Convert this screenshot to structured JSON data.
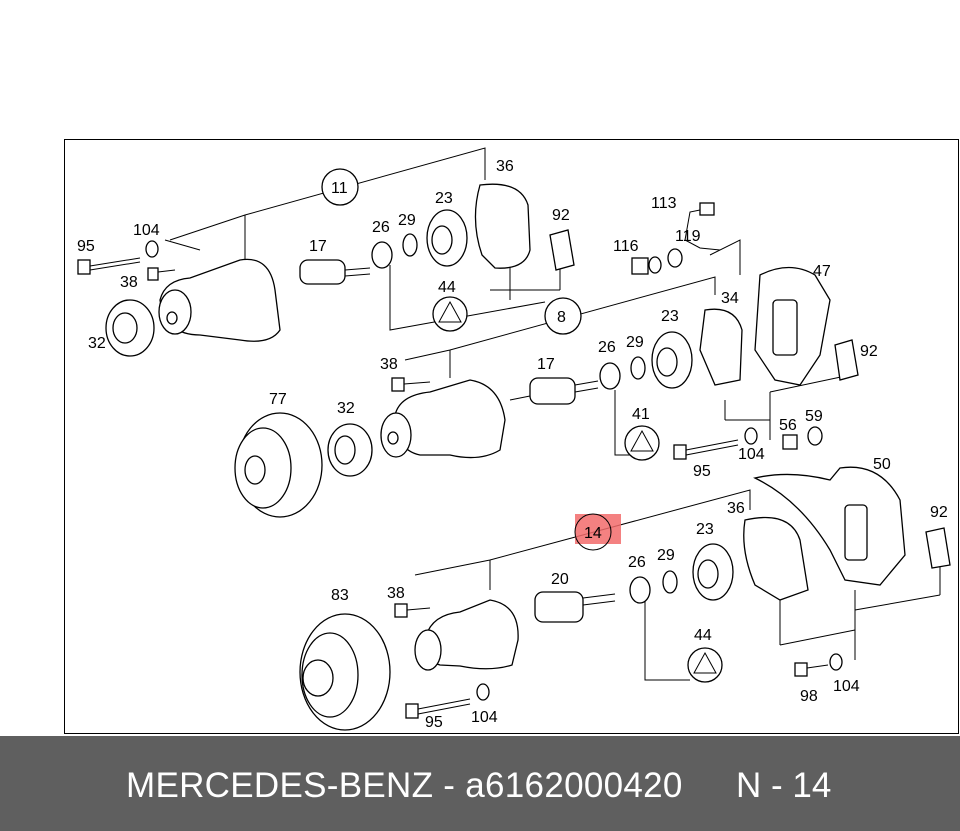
{
  "diagram": {
    "labels": {
      "l11": "11",
      "l36a": "36",
      "l23a": "23",
      "l92a": "92",
      "l26a": "26",
      "l29a": "29",
      "l104a": "104",
      "l95a": "95",
      "l17a": "17",
      "l38a": "38",
      "l44a": "44",
      "l32a": "32",
      "l113": "113",
      "l116": "116",
      "l119": "119",
      "l47": "47",
      "l8": "8",
      "l34": "34",
      "l23b": "23",
      "l29b": "29",
      "l26b": "26",
      "l92b": "92",
      "l38b": "38",
      "l17b": "17",
      "l77": "77",
      "l32b": "32",
      "l41": "41",
      "l56": "56",
      "l59": "59",
      "l104b": "104",
      "l95b": "95",
      "l50": "50",
      "l36b": "36",
      "l92c": "92",
      "l14": "14",
      "l23c": "23",
      "l29c": "29",
      "l26c": "26",
      "l38c": "38",
      "l20": "20",
      "l83": "83",
      "l44b": "44",
      "l98": "98",
      "l104c": "104",
      "l95c": "95",
      "l104d": "104"
    },
    "highlight_color": "#f26b6b"
  },
  "footer": {
    "text": "MERCEDES-BENZ - a6162000420",
    "code": "N - 14",
    "bg_color": "#5f5f5f"
  }
}
